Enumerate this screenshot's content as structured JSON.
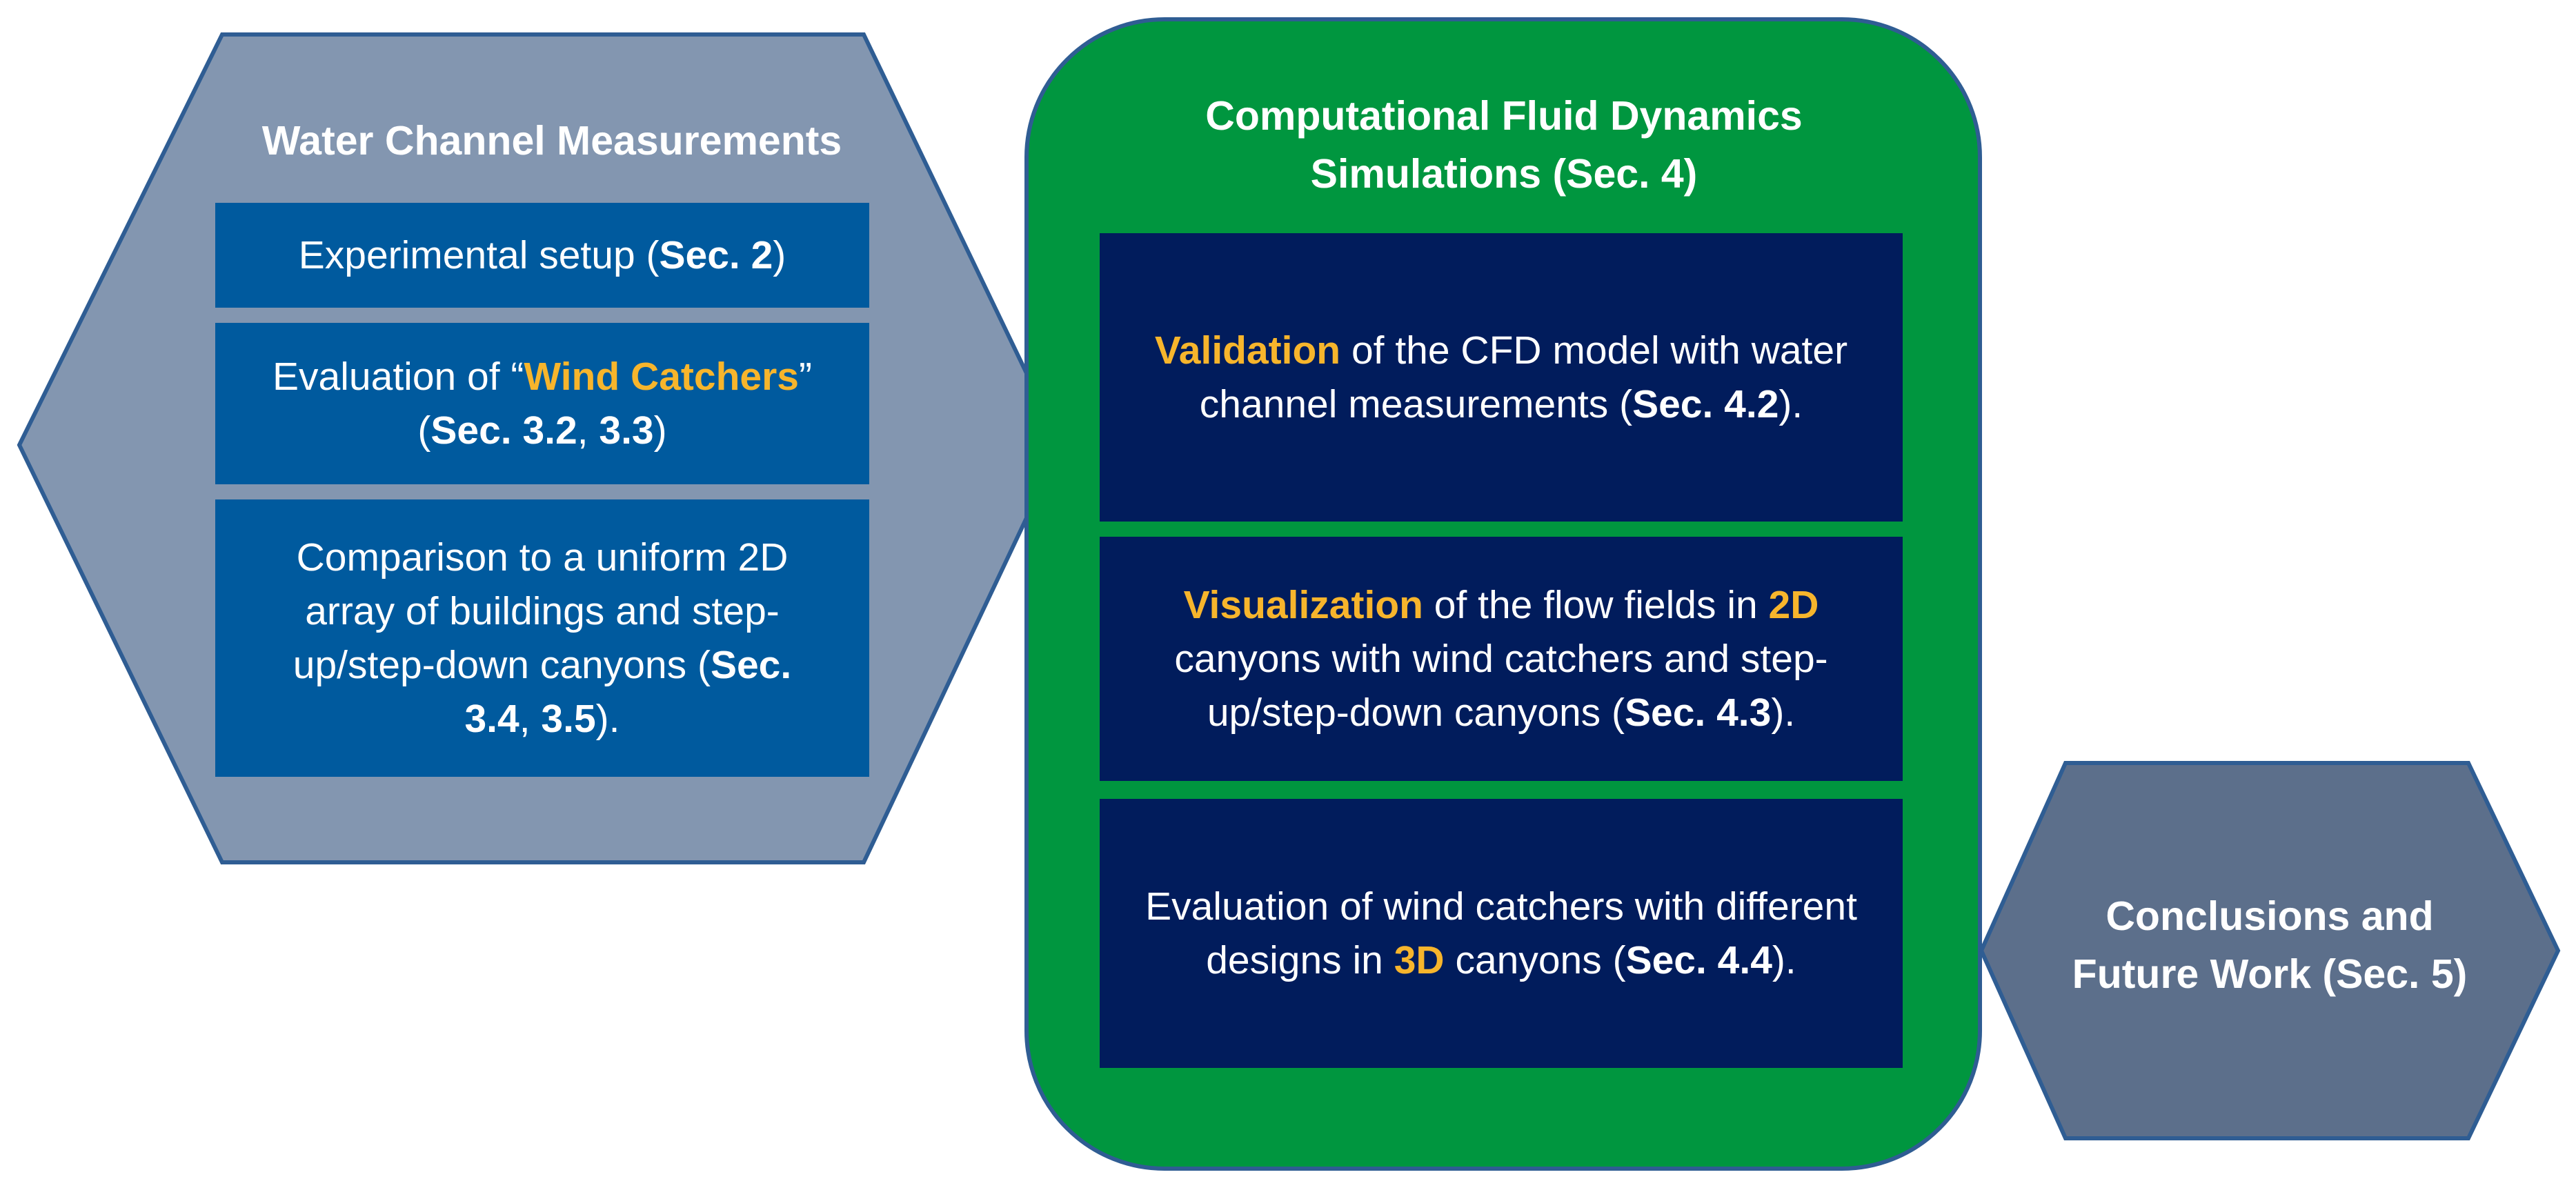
{
  "colors": {
    "left_hexagon": "#8396b0",
    "left_box": "#005a9e",
    "center_panel": "#00963f",
    "center_box": "#011c5c",
    "right_hexagon": "#5c6f8b",
    "highlight": "#f7b52c",
    "outline": "#2f5d93"
  },
  "left": {
    "title": "Water Channel Measurements",
    "box1": {
      "t1": "Experimental setup (",
      "b1": "Sec. 2",
      "t2": ")"
    },
    "box2": {
      "t1": "Evaluation of “",
      "h1": "Wind Catchers",
      "t2": "”",
      "t3": "(",
      "b1": "Sec. 3.2",
      "t4": ", ",
      "b2": "3.3",
      "t5": ")"
    },
    "box3": {
      "l1": "Comparison to a uniform 2D",
      "l2": "array of buildings and step-",
      "l3": "up/step-down canyons (",
      "b1": "Sec.",
      "b2": "3.4",
      "t1": ", ",
      "b3": "3.5",
      "t2": ")."
    }
  },
  "center": {
    "title_l1": "Computational Fluid Dynamics",
    "title_l2": "Simulations (Sec. 4)",
    "box1": {
      "h1": "Validation",
      "t1": " of the CFD model with water",
      "t2": "channel measurements (",
      "b1": "Sec. 4.2",
      "t3": ")."
    },
    "box2": {
      "h1": "Visualization",
      "t1": " of the flow fields in ",
      "h2": "2D",
      "t2": "canyons with wind catchers and step-",
      "t3": "up/step-down canyons (",
      "b1": "Sec. 4.3",
      "t4": ")."
    },
    "box3": {
      "t1": "Evaluation of wind catchers with different",
      "t2": "designs in ",
      "h1": "3D",
      "t3": " canyons (",
      "b1": "Sec. 4.4",
      "t4": ")."
    }
  },
  "right": {
    "title_l1": "Conclusions and",
    "title_l2": "Future Work (Sec. 5)"
  }
}
